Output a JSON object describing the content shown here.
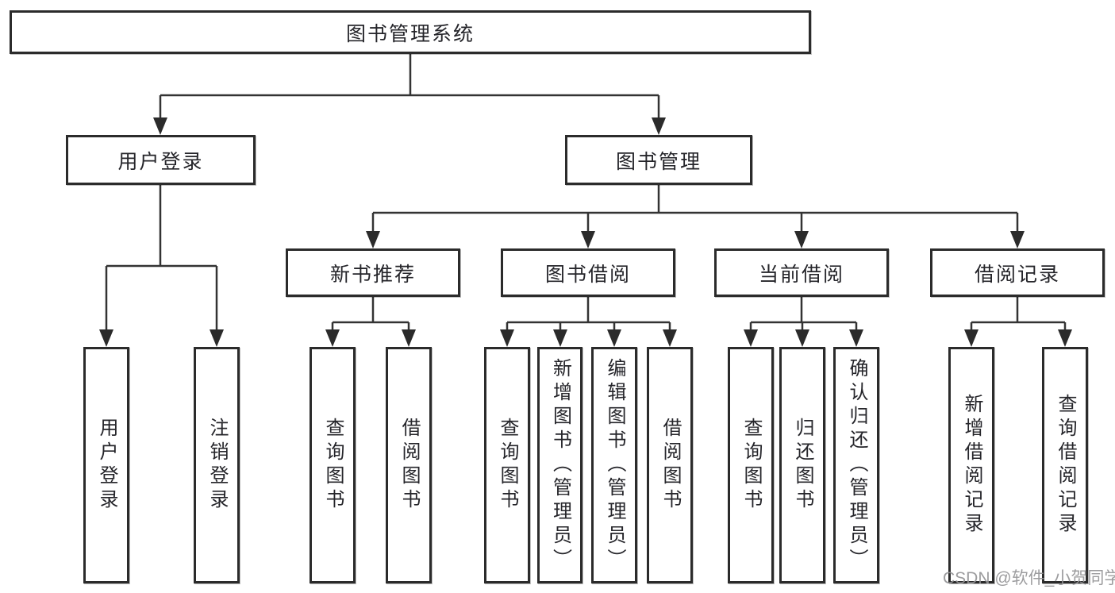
{
  "diagram": {
    "root": {
      "label": "图书管理系统"
    },
    "level2": [
      {
        "label": "用户登录",
        "parent": "图书管理系统"
      },
      {
        "label": "图书管理",
        "parent": "图书管理系统"
      }
    ],
    "level3": [
      {
        "label": "新书推荐",
        "parent": "图书管理"
      },
      {
        "label": "图书借阅",
        "parent": "图书管理"
      },
      {
        "label": "当前借阅",
        "parent": "图书管理"
      },
      {
        "label": "借阅记录",
        "parent": "图书管理"
      }
    ],
    "leaves": [
      {
        "label": "用户登录",
        "parent": "用户登录"
      },
      {
        "label": "注销登录",
        "parent": "用户登录"
      },
      {
        "label": "查询图书",
        "parent": "新书推荐"
      },
      {
        "label": "借阅图书",
        "parent": "新书推荐"
      },
      {
        "label": "查询图书",
        "parent": "图书借阅"
      },
      {
        "label": "新增图书（管理员）",
        "parent": "图书借阅"
      },
      {
        "label": "编辑图书（管理员）",
        "parent": "图书借阅"
      },
      {
        "label": "借阅图书",
        "parent": "图书借阅"
      },
      {
        "label": "查询图书",
        "parent": "当前借阅"
      },
      {
        "label": "归还图书",
        "parent": "当前借阅"
      },
      {
        "label": "确认归还（管理员）",
        "parent": "当前借阅"
      },
      {
        "label": "新增借阅记录",
        "parent": "借阅记录"
      },
      {
        "label": "查询借阅记录",
        "parent": "借阅记录"
      }
    ],
    "colors": {
      "box_border": "#2b2b2b",
      "text": "#25252a",
      "line": "#333333",
      "background": "#ffffff"
    }
  },
  "watermark": {
    "text": "CSDN @软件_小贺同学",
    "color": "#949496"
  }
}
